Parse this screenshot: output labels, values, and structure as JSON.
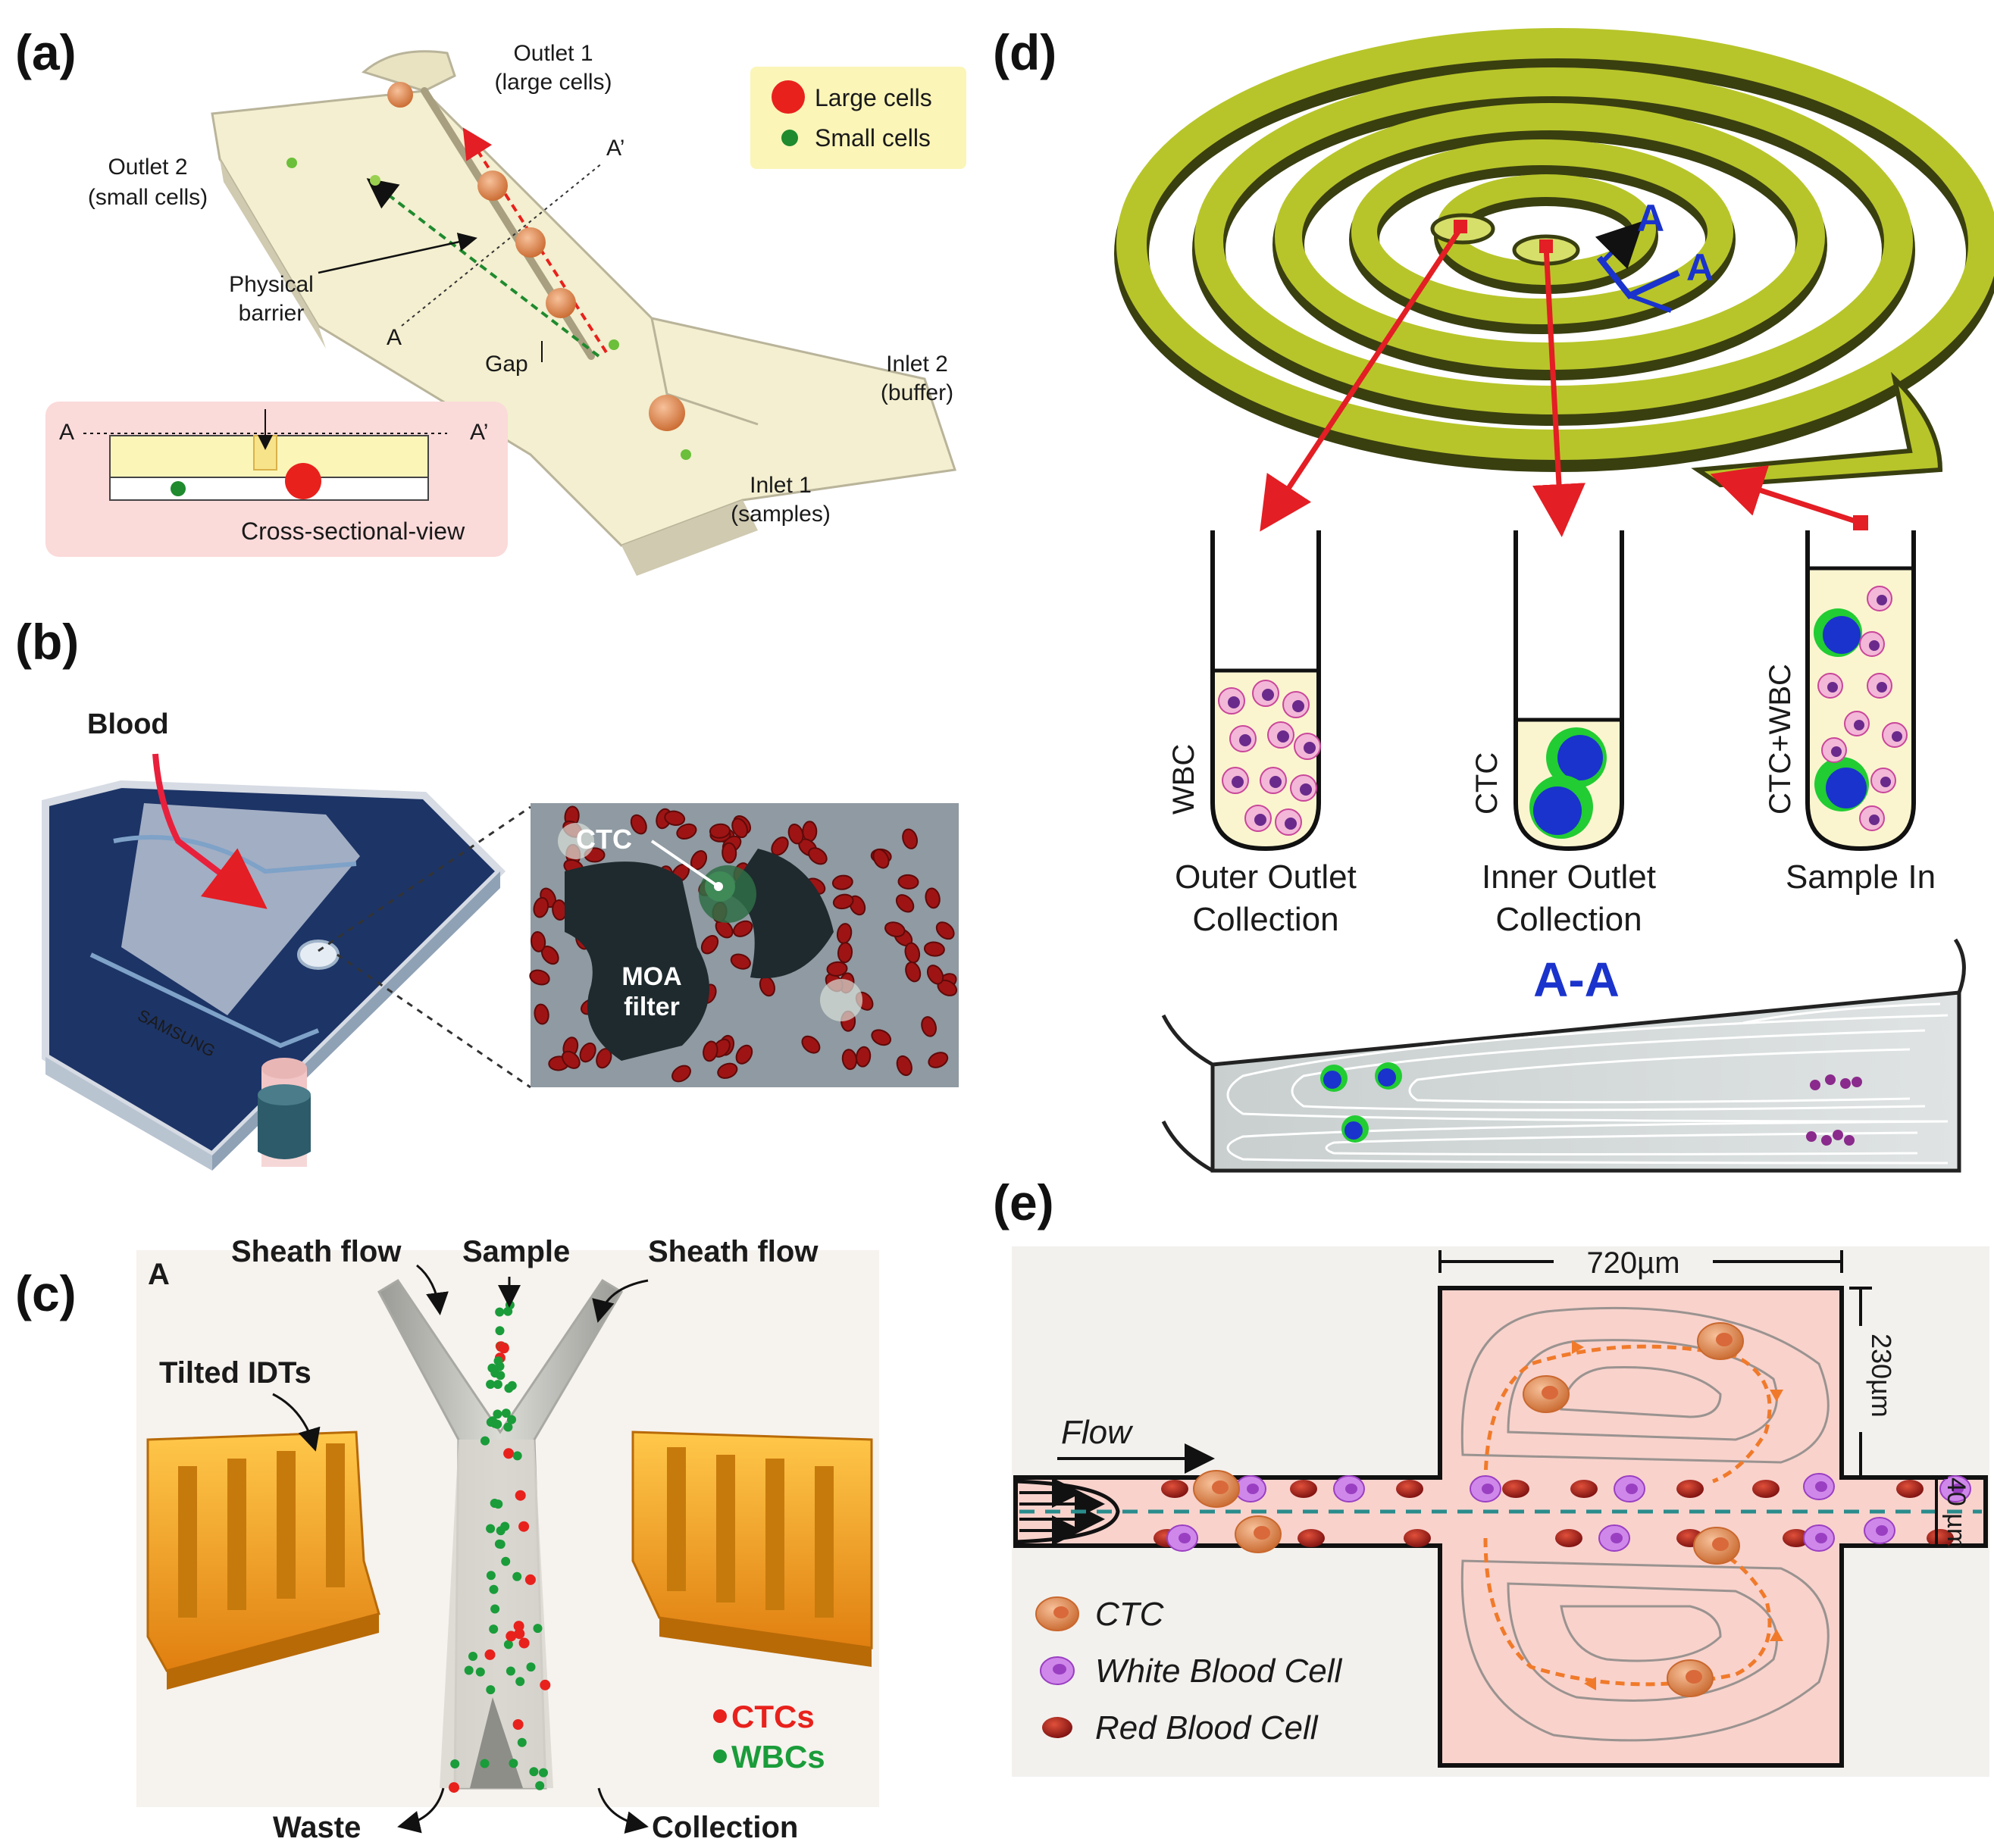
{
  "panels": {
    "a": "(a)",
    "b": "(b)",
    "c": "(c)",
    "d": "(d)",
    "e": "(e)"
  },
  "a": {
    "outlet1": [
      "Outlet 1",
      "(large cells)"
    ],
    "outlet2": [
      "Outlet 2",
      "(small cells)"
    ],
    "legend_large": "Large cells",
    "legend_small": "Small cells",
    "barrier": [
      "Physical",
      "barrier"
    ],
    "a_prime": "A’",
    "a": "A",
    "gap": "Gap",
    "inlet2": [
      "Inlet 2",
      "(buffer)"
    ],
    "inlet1": [
      "Inlet 1",
      "(samples)"
    ],
    "cs_a": "A",
    "cs_a_prime": "A’",
    "cross_section": "Cross-sectional-view",
    "colors": {
      "large": "#e8211c",
      "small": "#1f8a2e",
      "highlight": "#fbf5b8",
      "inset": "#fbdada"
    }
  },
  "b": {
    "blood": "Blood",
    "chip_brand": "SAMSUNG",
    "ctc": "CTC",
    "filter": [
      "MOA",
      "filter"
    ],
    "colors": {
      "blood": "#e8203c",
      "chip": "#1d3466"
    }
  },
  "c": {
    "corner": "A",
    "sheath_left": "Sheath flow",
    "sample": "Sample",
    "sheath_right": "Sheath flow",
    "idt": "Tilted IDTs",
    "ctcs": "CTCs",
    "wbcs": "WBCs",
    "waste": "Waste",
    "collection": "Collection",
    "colors": {
      "ctc": "#e8211c",
      "wbc": "#1a9c3a",
      "idt": "#f3a21e"
    }
  },
  "d": {
    "section_mark": "A",
    "tube_labels": [
      "WBC",
      "CTC",
      "CTC+WBC"
    ],
    "outer": [
      "Outer Outlet",
      "Collection"
    ],
    "inner": [
      "Inner Outlet",
      "Collection"
    ],
    "sample_in": "Sample In",
    "section": "A-A",
    "colors": {
      "spiral": "#b7c52a",
      "arrow": "#e31e24",
      "section": "#1a33cc"
    }
  },
  "e": {
    "width": "720µm",
    "height": "230µm",
    "channel": "40 µm",
    "flow": "Flow",
    "legend": [
      "CTC",
      "White Blood Cell",
      "Red Blood Cell"
    ],
    "colors": {
      "chamber": "#f9d2cc",
      "ctc": "#f08a5d",
      "wbc": "#b34fd6",
      "rbc": "#cc1f1f",
      "flow_path": "#f07a2a"
    }
  }
}
